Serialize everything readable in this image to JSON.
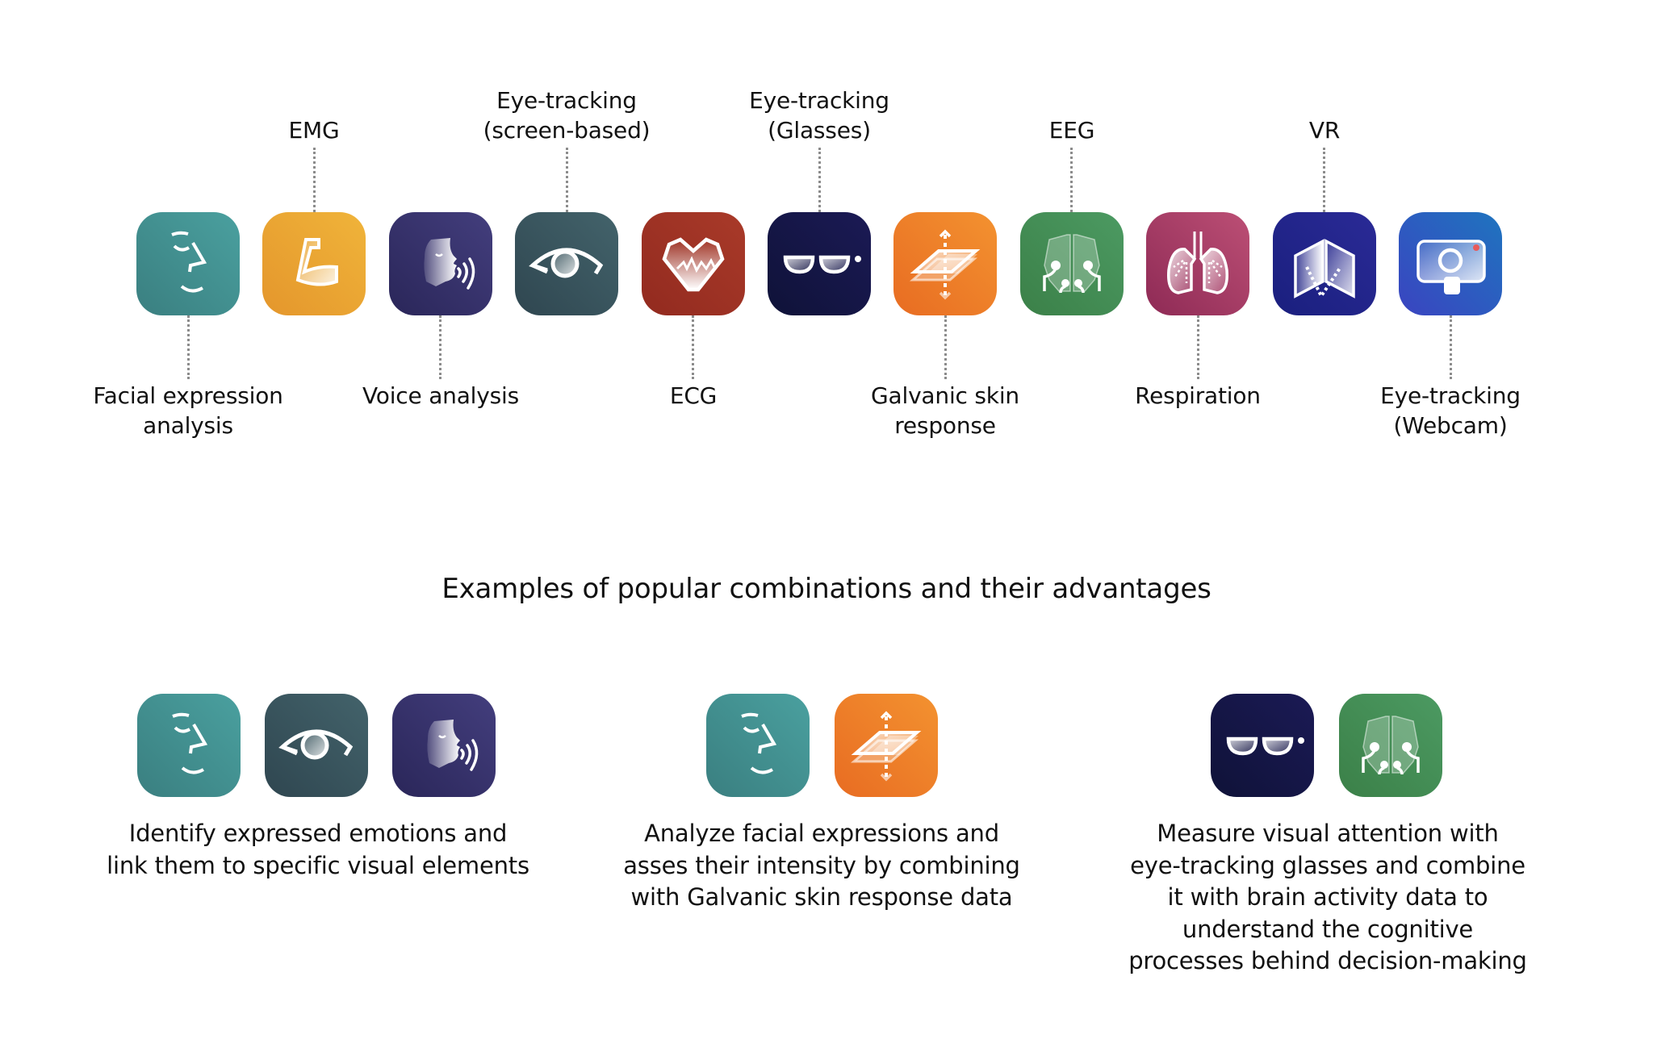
{
  "modalities": [
    {
      "id": "facial",
      "label": "Facial expression\nanalysis",
      "label_position": "bottom",
      "icon": "face-profile-icon",
      "color_from": "#3a7f80",
      "color_to": "#4aa09f"
    },
    {
      "id": "emg",
      "label": "EMG",
      "label_position": "top",
      "icon": "flexed-arm-icon",
      "color_from": "#e4962c",
      "color_to": "#f0b43a"
    },
    {
      "id": "voice",
      "label": "Voice analysis",
      "label_position": "bottom",
      "icon": "speaking-head-icon",
      "color_from": "#2a2659",
      "color_to": "#433e7d"
    },
    {
      "id": "eye-screen",
      "label": "Eye-tracking\n(screen-based)",
      "label_position": "top",
      "icon": "eye-icon",
      "color_from": "#2f4650",
      "color_to": "#43636b"
    },
    {
      "id": "ecg",
      "label": "ECG",
      "label_position": "bottom",
      "icon": "heart-pulse-icon",
      "color_from": "#922a1f",
      "color_to": "#a93a29"
    },
    {
      "id": "eye-glasses",
      "label": "Eye-tracking\n(Glasses)",
      "label_position": "top",
      "icon": "glasses-icon",
      "color_from": "#0f1238",
      "color_to": "#1b1a55"
    },
    {
      "id": "gsr",
      "label": "Galvanic skin\nresponse",
      "label_position": "bottom",
      "icon": "skin-layers-icon",
      "color_from": "#e86c22",
      "color_to": "#f39230"
    },
    {
      "id": "eeg",
      "label": "EEG",
      "label_position": "top",
      "icon": "brain-electrodes-icon",
      "color_from": "#3b8048",
      "color_to": "#4c9a62"
    },
    {
      "id": "respiration",
      "label": "Respiration",
      "label_position": "bottom",
      "icon": "lungs-icon",
      "color_from": "#8e2a55",
      "color_to": "#bc4f75"
    },
    {
      "id": "vr",
      "label": "VR",
      "label_position": "top",
      "icon": "vr-panels-icon",
      "color_from": "#1a1f7e",
      "color_to": "#2a2a96"
    },
    {
      "id": "eye-webcam",
      "label": "Eye-tracking\n(Webcam)",
      "label_position": "bottom",
      "icon": "webcam-icon",
      "color_from": "#3a44c0",
      "color_to": "#1f74bf"
    }
  ],
  "section_heading": "Examples of popular combinations and their advantages",
  "combinations": [
    {
      "modalities": [
        "facial",
        "eye-screen",
        "voice"
      ],
      "description": "Identify expressed emotions and\nlink them to specific visual elements"
    },
    {
      "modalities": [
        "facial",
        "gsr"
      ],
      "description": "Analyze facial expressions and\nasses their intensity by combining\nwith Galvanic skin response data"
    },
    {
      "modalities": [
        "eye-glasses",
        "eeg"
      ],
      "description": "Measure visual attention with\neye-tracking glasses and combine\nit with brain activity data to\nunderstand the cognitive\nprocesses behind decision-making"
    }
  ]
}
